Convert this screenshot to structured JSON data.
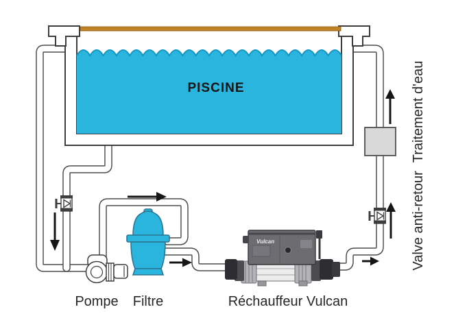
{
  "diagram": {
    "pool": {
      "label": "PISCINE"
    },
    "equipment": {
      "pump_label": "Pompe",
      "filter_label": "Filtre",
      "heater_label": "Réchauffeur Vulcan",
      "heater_brand": "Vulcan",
      "check_valve_label": "Valve anti-retour",
      "water_treatment_label": "Traitement d'eau"
    },
    "flow_arrows": [
      {
        "id": "suction-down",
        "direction": "down"
      },
      {
        "id": "pump-to-filter",
        "direction": "right"
      },
      {
        "id": "filter-to-heater",
        "direction": "right"
      },
      {
        "id": "heater-outlet",
        "direction": "right"
      },
      {
        "id": "riser-past-check-valve",
        "direction": "up"
      },
      {
        "id": "return-to-pool",
        "direction": "up"
      }
    ],
    "colors": {
      "water": "#29b5de",
      "water_edge": "#1796c2",
      "coping_bar": "#c08427",
      "treatment_box_fill": "#d9d9d9",
      "heater_box": "#6c6c71",
      "heater_tube": "#ececec"
    }
  }
}
